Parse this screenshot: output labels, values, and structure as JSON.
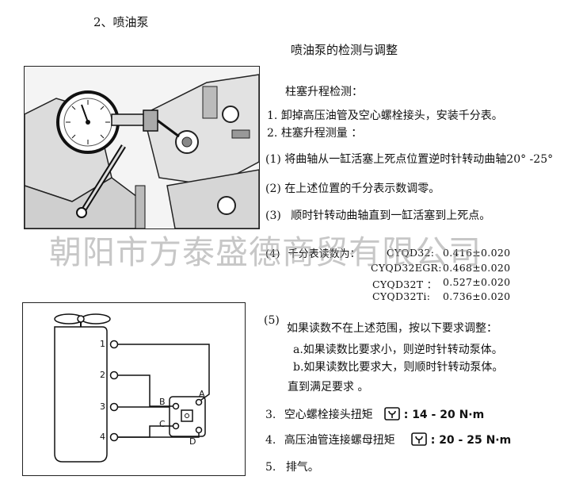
{
  "heading": "2、喷油泵",
  "title": "喷油泵的检测与调整",
  "subtitle": "柱塞升程检测：",
  "steps": [
    {
      "num": "1.",
      "text": "卸掉高压油管及空心螺栓接头，安装千分表。"
    },
    {
      "num": "2.",
      "text": "柱塞升程测量 ："
    }
  ],
  "sub_steps": [
    {
      "num": "(1)",
      "text": "将曲轴从一缸活塞上死点位置逆时针转动曲轴20° -25°"
    },
    {
      "num": "(2)",
      "text": "在上述位置的千分表示数调零。"
    },
    {
      "num": "(3)",
      "text": "顺时针转动曲轴直到一缸活塞到上死点。"
    },
    {
      "num": "(4)",
      "text": "千分表读数为："
    }
  ],
  "readings": [
    {
      "model": "CYQD32:",
      "value": "0.416±0.020"
    },
    {
      "model": "CYQD32EGR:",
      "value": "0.468±0.020"
    },
    {
      "model": "CYQD32T ：",
      "value": "0.527±0.020"
    },
    {
      "model": "CYQD32Ti:",
      "value": "0.736±0.020"
    }
  ],
  "step5": {
    "num": "(5)",
    "text": "如果读数不在上述范围，按以下要求调整：",
    "a": "a.如果读数比要求小，则逆时针转动泵体。",
    "b": "b.如果读数比要求大，则顺时针转动泵体。",
    "until": "直到满足要求 。"
  },
  "torque_steps": [
    {
      "num": "3.",
      "text": "空心螺栓接头扭矩",
      "value": ": 14 - 20 N·m"
    },
    {
      "num": "4.",
      "text": "高压油管连接螺母扭矩",
      "value": ": 20 - 25 N·m"
    }
  ],
  "step_last": {
    "num": "5.",
    "text": "排气。"
  },
  "watermark": "朝阳市方泰盛德商贸有限公司",
  "diagram": {
    "left_labels": [
      "1",
      "2",
      "3",
      "4"
    ],
    "right_labels": [
      "A",
      "B",
      "C",
      "D"
    ]
  }
}
